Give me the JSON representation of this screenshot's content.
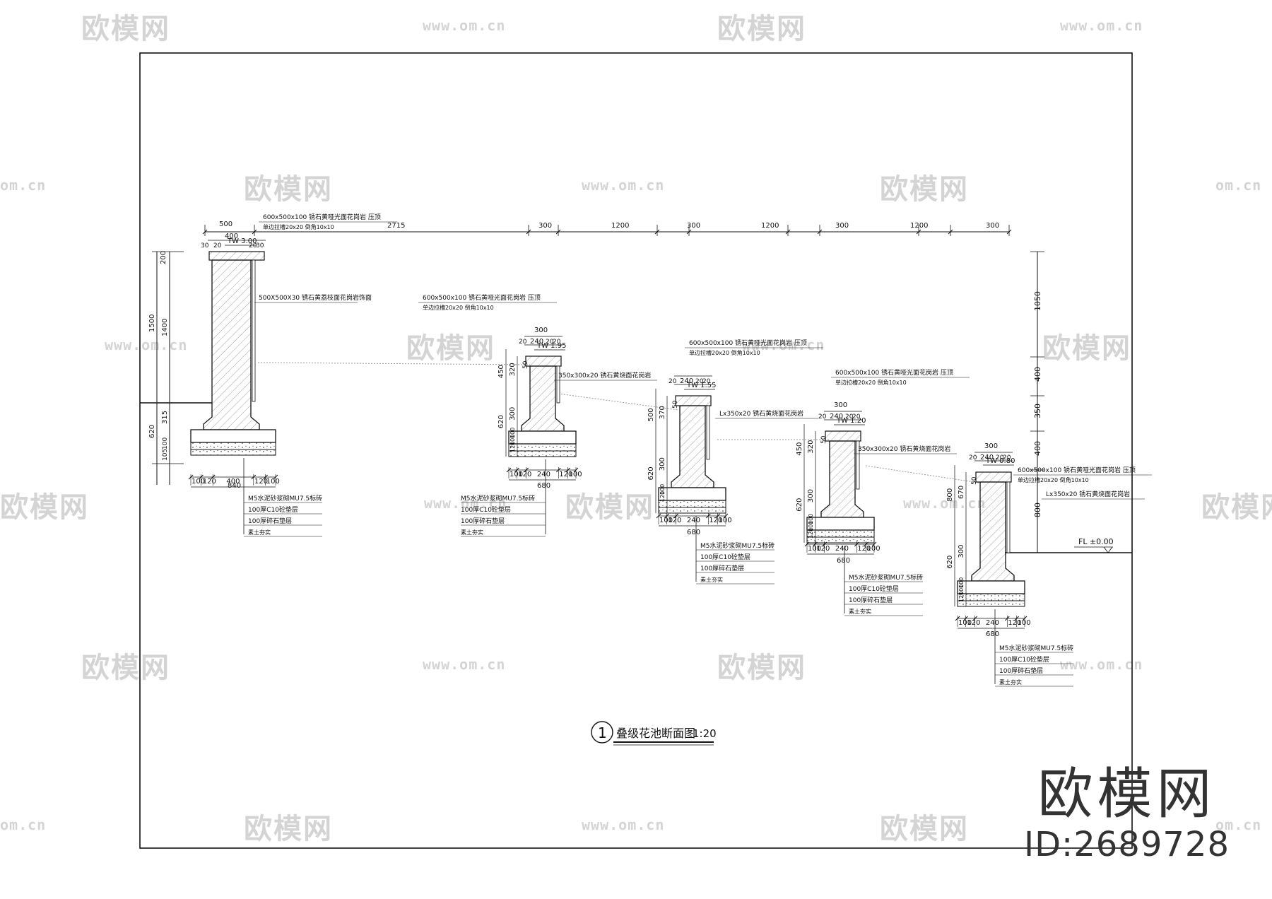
{
  "watermark": {
    "logo_text": "欧模网",
    "url_text": "www.om.cn",
    "url_cropped_text": "om.cn"
  },
  "brand": {
    "name": "欧模网",
    "id_label": "ID:2689728"
  },
  "drawing_title": {
    "circle_number": "1",
    "title": "叠级花池断面图",
    "scale": "1:20"
  },
  "top_dimensions": [
    "500",
    "400",
    "30",
    "20",
    "20",
    "30",
    "2715",
    "300",
    "1200",
    "300",
    "1200",
    "300",
    "1200",
    "300"
  ],
  "left_dimensions": [
    "200",
    "1500",
    "1400",
    "100",
    "620",
    "315",
    "100",
    "100",
    "105"
  ],
  "right_dimensions": [
    "1050",
    "400",
    "350",
    "400",
    "800"
  ],
  "floor_level": "FL ±0.00",
  "walls": [
    {
      "name": "wall-1",
      "cap_note": "600x500x100  锈石黄哑光面花岗岩 压顶",
      "cap_note2": "单边拉槽20x20  倒角10x10",
      "cap_dims": [
        "500",
        "400",
        "30",
        "20",
        "20",
        "30"
      ],
      "tw": "TW 3.00",
      "face_note": "500X500X30  锈石黄荔枝面花岗岩饰面",
      "base_dims": [
        "100",
        "120",
        "400",
        "120",
        "100"
      ],
      "base_total": "840",
      "side_dims": [
        "620",
        "315",
        "100",
        "100",
        "105"
      ],
      "layers": [
        "M5水泥砂浆砌MU7.5标砖",
        "100厚C10砼垫层",
        "100厚碎石垫层",
        "素土夯实"
      ]
    },
    {
      "name": "wall-2",
      "cap_note": "600x500x100  锈石黄哑光面花岗岩 压顶",
      "cap_note2": "单边拉槽20x20  倒角10x10",
      "cap_dims": [
        "300",
        "20",
        "240",
        "20",
        "20"
      ],
      "tw": "TW 1.95",
      "face_note": "350x300x20  锈石黄烧面花岗岩",
      "side_dims": [
        "450",
        "320",
        "50",
        "620",
        "300",
        "100",
        "100",
        "120"
      ],
      "base_dims": [
        "100",
        "120",
        "240",
        "120",
        "100"
      ],
      "base_total": "680",
      "layers": [
        "M5水泥砂浆砌MU7.5标砖",
        "100厚C10砼垫层",
        "100厚碎石垫层",
        "素土夯实"
      ]
    },
    {
      "name": "wall-3",
      "cap_note": "600x500x100  锈石黄哑光面花岗岩 压顶",
      "cap_note2": "单边拉槽20x20  倒角10x10",
      "cap_dims": [
        "20",
        "240",
        "20",
        "20"
      ],
      "tw": "TW 1.55",
      "face_note": "Lx350x20  锈石黄烧面花岗岩",
      "side_dims": [
        "500",
        "370",
        "50",
        "620",
        "300",
        "100",
        "120"
      ],
      "base_dims": [
        "100",
        "120",
        "240",
        "120",
        "100"
      ],
      "base_total": "680",
      "layers": [
        "M5水泥砂浆砌MU7.5标砖",
        "100厚C10砼垫层",
        "100厚碎石垫层",
        "素土夯实"
      ]
    },
    {
      "name": "wall-4",
      "cap_note": "600x500x100  锈石黄哑光面花岗岩 压顶",
      "cap_note2": "单边拉槽20x20  倒角10x10",
      "cap_dims": [
        "300",
        "20",
        "240",
        "20",
        "20"
      ],
      "tw": "TW 1.20",
      "face_note": "350x300x20  锈石黄烧面花岗岩",
      "side_dims": [
        "450",
        "320",
        "50",
        "620",
        "300",
        "100",
        "100",
        "120"
      ],
      "base_dims": [
        "100",
        "120",
        "240",
        "120",
        "100"
      ],
      "base_total": "680",
      "layers": [
        "M5水泥砂浆砌MU7.5标砖",
        "100厚C10砼垫层",
        "100厚碎石垫层",
        "素土夯实"
      ]
    },
    {
      "name": "wall-5",
      "cap_note": "600x500x100  锈石黄哑光面花岗岩 压顶",
      "cap_note2": "单边拉槽20x20  倒角10x10",
      "cap_dims": [
        "300",
        "20",
        "240",
        "20",
        "20"
      ],
      "tw": "TW 0.80",
      "face_note": "Lx350x20  锈石黄烧面花岗岩",
      "side_dims": [
        "800",
        "670",
        "50",
        "620",
        "300",
        "100",
        "100",
        "120"
      ],
      "base_dims": [
        "100",
        "120",
        "240",
        "120",
        "100"
      ],
      "base_total": "680",
      "layers": [
        "M5水泥砂浆砌MU7.5标砖",
        "100厚C10砼垫层",
        "100厚碎石垫层",
        "素土夯实"
      ]
    }
  ]
}
